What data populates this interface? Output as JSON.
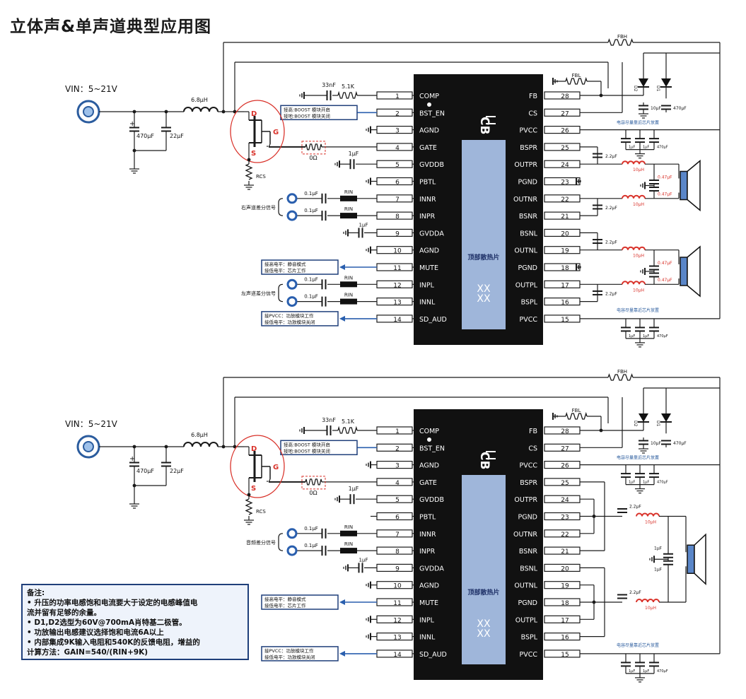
{
  "title": "立体声&单声道典型应用图",
  "vin": "VIN：5~21V",
  "inductor_in": "6.8μH",
  "cap_in1": "470μF",
  "cap_in2": "22μF",
  "comp_cap": "33nF",
  "comp_res": "5.1K",
  "fbl": "FBL",
  "fbh": "FBH",
  "d1": "D1",
  "d2": "D2",
  "cap_10uf": "10μF",
  "cap_470uf": "470μF",
  "cap_1uf": "1μF",
  "cap_2_2uf": "2.2μF",
  "cap_0_1uf": "0.1μF",
  "cap_0_47uf": "0.47μF",
  "res_0ohm": "0Ω",
  "rcs": "RCS",
  "rin": "RIN",
  "ind_10uh": "10μH",
  "mos_d": "D",
  "mos_g": "G",
  "mos_s": "S",
  "chip_top": "CB",
  "chip_marks": "XX\nXX",
  "heatsink": "顶部散热片",
  "cap_place_note": "电容尽量靠近芯片放置",
  "bst_en_note": [
    "接高:BOOST 模块开启",
    "接地:BOOST 模块关闭"
  ],
  "mute_note": [
    "接高电平：静音模式",
    "接低电平：芯片工作"
  ],
  "sd_note": [
    "接PVCC：功放模块工作",
    "接低电平：功放模块关闭"
  ],
  "right_diff": "右声道差分信号",
  "left_diff": "左声道差分信号",
  "mono_diff": "音频差分信号",
  "left_pins": [
    {
      "num": "1",
      "name": "COMP"
    },
    {
      "num": "2",
      "name": "BST_EN"
    },
    {
      "num": "3",
      "name": "AGND"
    },
    {
      "num": "4",
      "name": "GATE"
    },
    {
      "num": "5",
      "name": "GVDDB"
    },
    {
      "num": "6",
      "name": "PBTL"
    },
    {
      "num": "7",
      "name": "INNR"
    },
    {
      "num": "8",
      "name": "INPR"
    },
    {
      "num": "9",
      "name": "GVDDA"
    },
    {
      "num": "10",
      "name": "AGND"
    },
    {
      "num": "11",
      "name": "MUTE"
    },
    {
      "num": "12",
      "name": "INPL"
    },
    {
      "num": "13",
      "name": "INNL"
    },
    {
      "num": "14",
      "name": "SD_AUD"
    }
  ],
  "right_pins": [
    {
      "num": "28",
      "name": "FB"
    },
    {
      "num": "27",
      "name": "CS"
    },
    {
      "num": "26",
      "name": "PVCC"
    },
    {
      "num": "25",
      "name": "BSPR"
    },
    {
      "num": "24",
      "name": "OUTPR"
    },
    {
      "num": "23",
      "name": "PGND"
    },
    {
      "num": "22",
      "name": "OUTNR"
    },
    {
      "num": "21",
      "name": "BSNR"
    },
    {
      "num": "20",
      "name": "BSNL"
    },
    {
      "num": "19",
      "name": "OUTNL"
    },
    {
      "num": "18",
      "name": "PGND"
    },
    {
      "num": "17",
      "name": "OUTPL"
    },
    {
      "num": "16",
      "name": "BSPL"
    },
    {
      "num": "15",
      "name": "PVCC"
    }
  ],
  "notes_title": "备注:",
  "notes": [
    "•    升压的功率电感饱和电流要大于设定的电感峰值电",
    "流并留有足够的余量。",
    "•       D1,D2选型为60V@700mA肖特基二极管。",
    "•       功放输出电感建议选择饱和电流6A以上",
    "•       内部集成9K输入电阻和540K的反馈电阻，增益的",
    "计算方法：GAIN=540/(RIN+9K)"
  ],
  "colors": {
    "line": "#1a1a1a",
    "chip": "#111111",
    "heatsink": "#9fb6da",
    "accent_red": "#d9322a",
    "arrow": "#2a5fae",
    "note_border": "#1f3f7a",
    "speaker": "#5a86c8"
  }
}
